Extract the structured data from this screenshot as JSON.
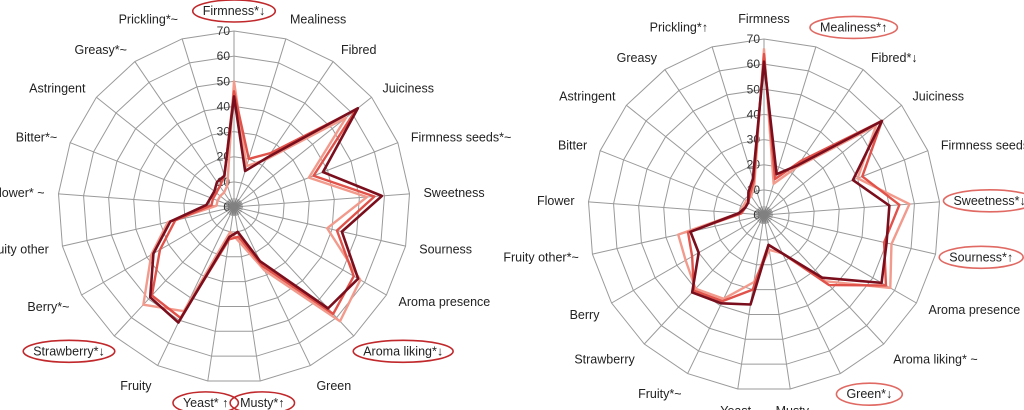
{
  "chart_data": [
    {
      "type": "radar",
      "rmax": 70,
      "ticks": [
        0,
        10,
        20,
        30,
        40,
        50,
        60,
        70
      ],
      "grid": true,
      "axes": [
        {
          "label": "Firmness*↓",
          "highlight": true
        },
        {
          "label": "Mealiness",
          "highlight": false
        },
        {
          "label": "Fibred",
          "highlight": false
        },
        {
          "label": "Juiciness",
          "highlight": false
        },
        {
          "label": "Firmness seeds*~",
          "highlight": false
        },
        {
          "label": "Sweetness",
          "highlight": false
        },
        {
          "label": "Sourness",
          "highlight": false
        },
        {
          "label": "Aroma presence",
          "highlight": false
        },
        {
          "label": "Aroma liking*↓",
          "highlight": true
        },
        {
          "label": "Green",
          "highlight": false
        },
        {
          "label": "Musty*↑",
          "highlight": true
        },
        {
          "label": "Yeast* ↑",
          "highlight": true
        },
        {
          "label": "Fruity",
          "highlight": false
        },
        {
          "label": "Strawberry*↓",
          "highlight": true
        },
        {
          "label": "Berry*~",
          "highlight": false
        },
        {
          "label": "Fruity other",
          "highlight": false
        },
        {
          "label": "Flower* ~",
          "highlight": false
        },
        {
          "label": "Bitter*~",
          "highlight": false
        },
        {
          "label": "Astringent",
          "highlight": false
        },
        {
          "label": "Greasy*~",
          "highlight": false
        },
        {
          "label": "Prickling*~",
          "highlight": false
        }
      ],
      "series": [
        {
          "color": "#f29a8c",
          "values": [
            50,
            17,
            23,
            57,
            32,
            53,
            38,
            58,
            62,
            28,
            14,
            10,
            46,
            53,
            38,
            27,
            7,
            7,
            7,
            7,
            9
          ]
        },
        {
          "color": "#e0524a",
          "values": [
            46,
            20,
            26,
            62,
            34,
            56,
            42,
            55,
            58,
            26,
            12,
            13,
            49,
            48,
            34,
            24,
            9,
            9,
            9,
            10,
            13
          ]
        },
        {
          "color": "#7a0e1c",
          "values": [
            44,
            15,
            24,
            63,
            38,
            59,
            44,
            57,
            55,
            24,
            10,
            12,
            51,
            49,
            37,
            26,
            11,
            10,
            10,
            12,
            13
          ]
        }
      ]
    },
    {
      "type": "radar",
      "rmax": 70,
      "ticks": [
        0,
        10,
        20,
        30,
        40,
        50,
        60,
        70
      ],
      "grid": true,
      "axes": [
        {
          "label": "Firmness",
          "highlight": false
        },
        {
          "label": "Mealiness*↑",
          "highlight": true
        },
        {
          "label": "Fibred*↓",
          "highlight": false
        },
        {
          "label": "Juiciness",
          "highlight": false
        },
        {
          "label": "Firmness seeds",
          "highlight": false
        },
        {
          "label": "Sweetness*↓",
          "highlight": true
        },
        {
          "label": "Sourness*↑",
          "highlight": true
        },
        {
          "label": "Aroma presence",
          "highlight": false
        },
        {
          "label": "Aroma liking* ~",
          "highlight": false
        },
        {
          "label": "Green*↓",
          "highlight": true
        },
        {
          "label": "Musty",
          "highlight": false
        },
        {
          "label": "Yeast",
          "highlight": false
        },
        {
          "label": "Fruity*~",
          "highlight": false
        },
        {
          "label": "Strawberry",
          "highlight": false
        },
        {
          "label": "Berry",
          "highlight": false
        },
        {
          "label": "Fruity other*~",
          "highlight": false
        },
        {
          "label": "Flower",
          "highlight": false
        },
        {
          "label": "Bitter",
          "highlight": false
        },
        {
          "label": "Astringent",
          "highlight": false
        },
        {
          "label": "Greasy",
          "highlight": false
        },
        {
          "label": "Prickling*↑",
          "highlight": false
        }
      ],
      "series": [
        {
          "color": "#f29a8c",
          "values": [
            66,
            13,
            23,
            57,
            40,
            58,
            52,
            58,
            36,
            17,
            14,
            27,
            37,
            40,
            36,
            35,
            10,
            9,
            9,
            9,
            13
          ]
        },
        {
          "color": "#e0524a",
          "values": [
            64,
            15,
            26,
            60,
            42,
            54,
            49,
            56,
            38,
            17,
            12,
            30,
            38,
            41,
            33,
            31,
            9,
            8,
            8,
            10,
            14
          ]
        },
        {
          "color": "#7a0e1c",
          "values": [
            61,
            17,
            24,
            60,
            38,
            50,
            50,
            54,
            34,
            17,
            12,
            36,
            39,
            42,
            30,
            30,
            10,
            8,
            8,
            11,
            15
          ]
        }
      ]
    }
  ]
}
